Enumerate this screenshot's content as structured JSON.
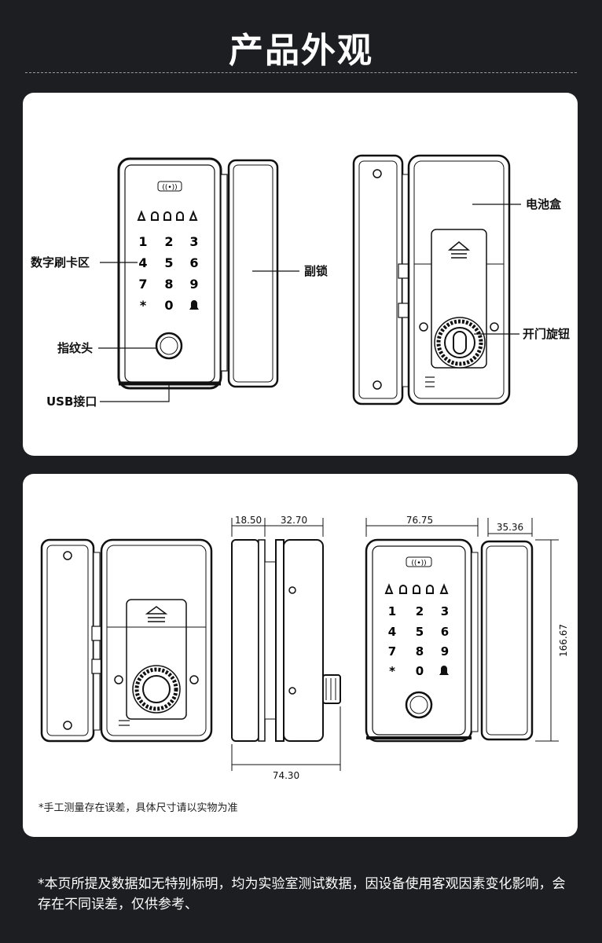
{
  "header": {
    "title": "产品外观"
  },
  "panel1": {
    "labels": {
      "keypad_area": "数字刷卡区",
      "fingerprint": "指纹头",
      "usb_port": "USB接口",
      "sub_lock": "副锁",
      "battery_box": "电池盒",
      "knob": "开门旋钮"
    }
  },
  "panel2": {
    "dimensions": {
      "d1": "18.50",
      "d2": "32.70",
      "d3": "74.30",
      "d4": "76.75",
      "d5": "35.36",
      "d6": "166.67"
    },
    "note": "*手工测量存在误差，具体尺寸请以实物为准"
  },
  "keypad": {
    "row1": [
      "1",
      "2",
      "3"
    ],
    "row2": [
      "4",
      "5",
      "6"
    ],
    "row3": [
      "7",
      "8",
      "9"
    ],
    "row4": [
      "*",
      "0"
    ]
  },
  "footer": {
    "disclaimer": "*本页所提及数据如无特别标明，均为实验室测试数据，因设备使用客观因素变化影响，会存在不同误差，仅供参考、"
  }
}
